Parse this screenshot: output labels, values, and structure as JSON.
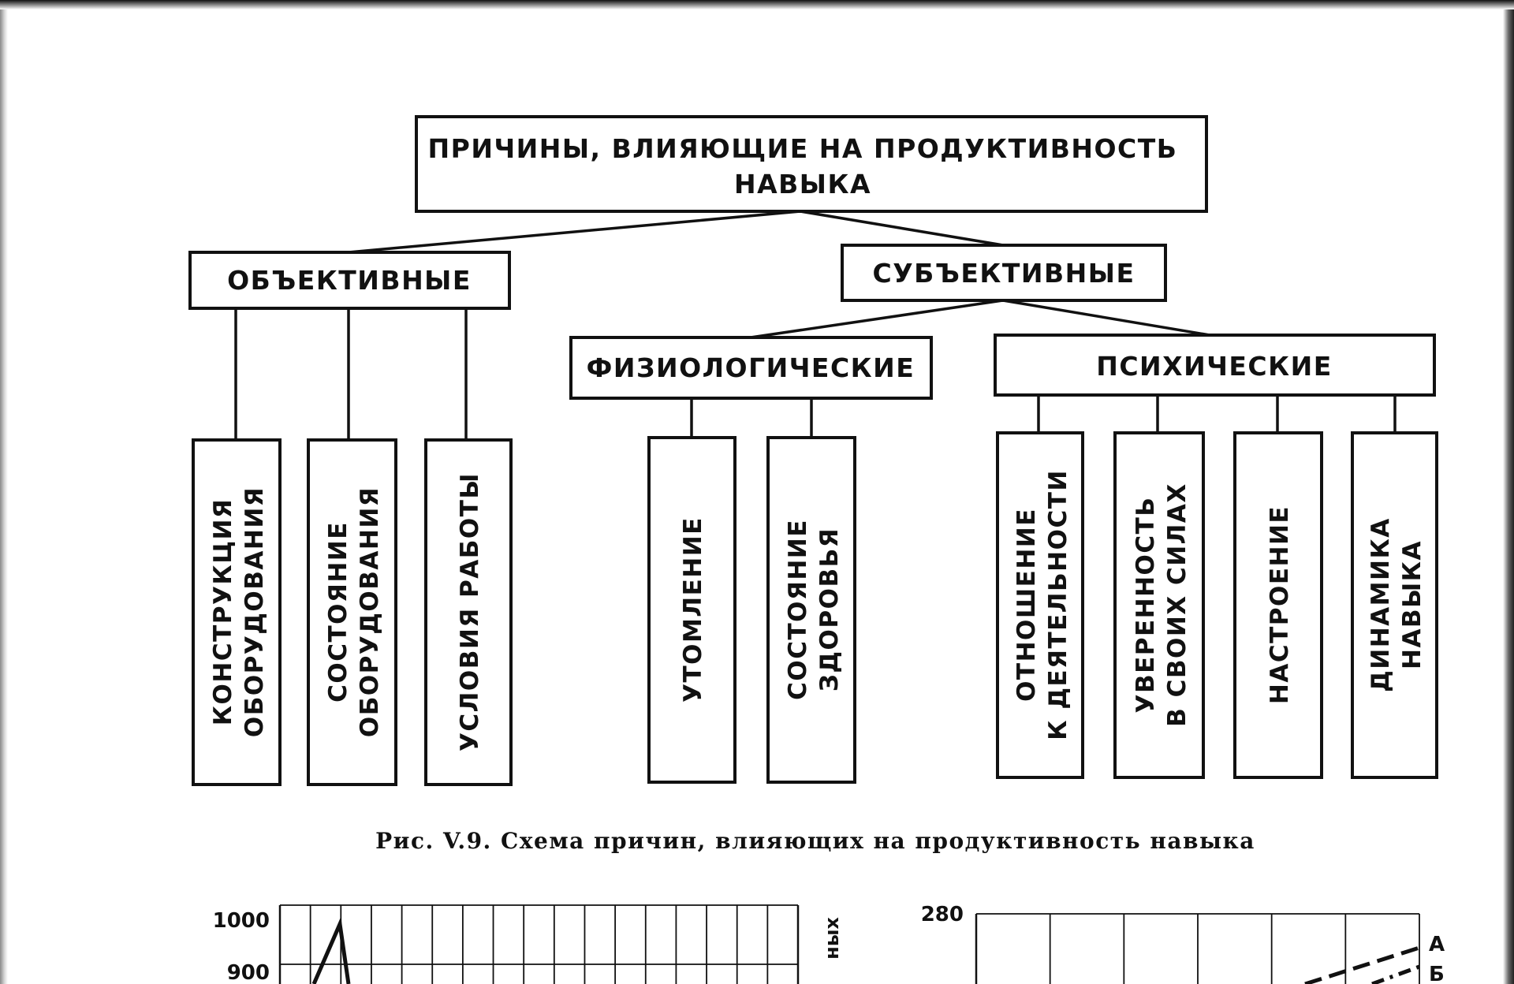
{
  "diagram": {
    "root": {
      "line1": "ПРИЧИНЫ, ВЛИЯЮЩИЕ НА ПРОДУКТИВНОСТЬ",
      "line2": "НАВЫКА"
    },
    "objective": "ОБЪЕКТИВНЫЕ",
    "subjective": "СУБЪЕКТИВНЫЕ",
    "physiological": "ФИЗИОЛОГИЧЕСКИЕ",
    "psychological": "ПСИХИЧЕСКИЕ",
    "leaves": {
      "equipment_design": [
        "КОНСТРУКЦИЯ",
        "ОБОРУДОВАНИЯ"
      ],
      "equipment_condition": [
        "СОСТОЯНИЕ",
        "ОБОРУДОВАНИЯ"
      ],
      "work_conditions": [
        "УСЛОВИЯ РАБОТЫ"
      ],
      "fatigue": [
        "УТОМЛЕНИЕ"
      ],
      "health": [
        "СОСТОЯНИЕ",
        "ЗДОРОВЬЯ"
      ],
      "attitude": [
        "ОТНОШЕНИЕ",
        "К ДЕЯТЕЛЬНОСТИ"
      ],
      "confidence": [
        "УВЕРЕННОСТЬ",
        "В СВОИХ СИЛАХ"
      ],
      "mood": [
        "НАСТРОЕНИЕ"
      ],
      "dynamics": [
        "ДИНАМИКА",
        "НАВЫКА"
      ]
    }
  },
  "caption": "Рис. V.9. Схема причин, влияющих на продуктивность навыка",
  "chart_data": [
    {
      "type": "line",
      "ytick_labels": [
        "1000",
        "900"
      ],
      "side_label_fragment": "ных",
      "visible_peak_label": "1000"
    },
    {
      "type": "line",
      "ytick_labels": [
        "280"
      ],
      "series": [
        {
          "name": "А"
        },
        {
          "name": "Б"
        }
      ]
    }
  ]
}
